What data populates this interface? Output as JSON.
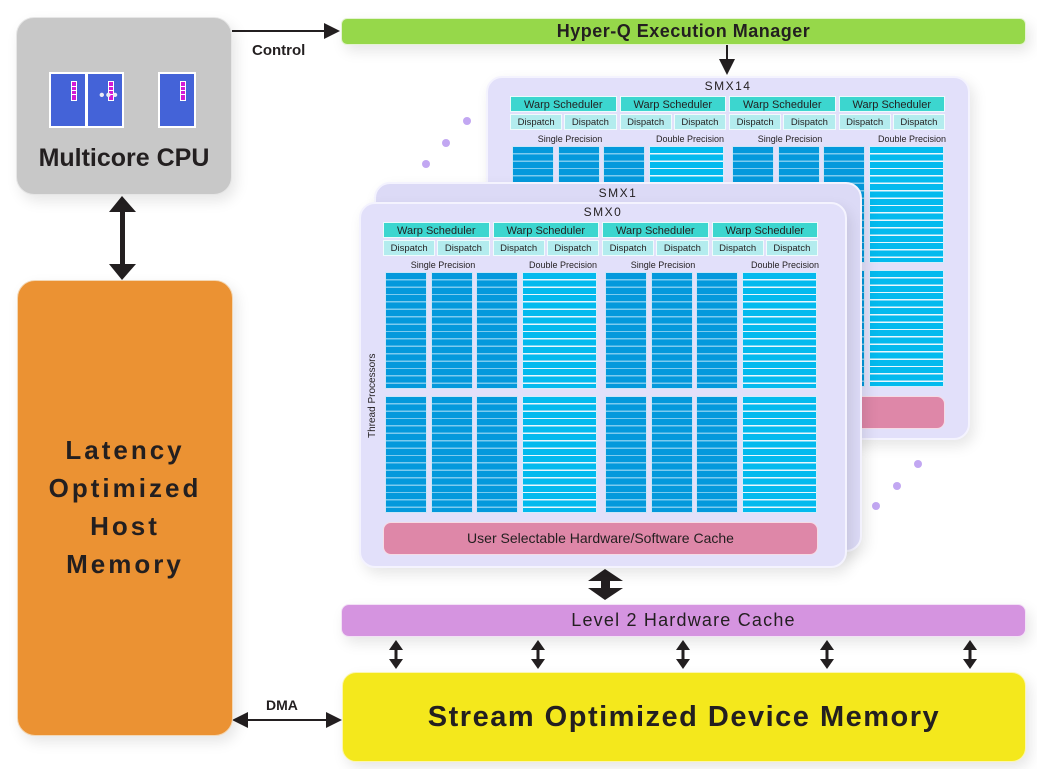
{
  "cpu": {
    "label": "Multicore CPU",
    "cores_shown": 3,
    "ellipsis": "•••"
  },
  "host_memory": {
    "lines": [
      "Latency",
      "Optimized",
      "Host",
      "Memory"
    ]
  },
  "hyperq": {
    "label": "Hyper-Q Execution Manager"
  },
  "connections": {
    "control_label": "Control",
    "dma_label": "DMA"
  },
  "smx_units": [
    {
      "id": "smx14",
      "title": "SMX14"
    },
    {
      "id": "smx1",
      "title": "SMX1"
    },
    {
      "id": "smx0",
      "title": "SMX0"
    }
  ],
  "smx_block": {
    "warp_scheduler": "Warp Scheduler",
    "dispatch": "Dispatch",
    "single_precision": "Single Precision",
    "double_precision": "Double Precision",
    "thread_processors": "Thread Processors",
    "cache": "User Selectable Hardware/Software Cache"
  },
  "l2_cache": {
    "label": "Level 2 Hardware Cache"
  },
  "device_memory": {
    "label": "Stream Optimized Device Memory"
  },
  "colors": {
    "cpu": "#c8c8c8",
    "core": "#4463d8",
    "host": "#eb9233",
    "hyperq": "#96d84a",
    "smx": "#e2e0fa",
    "warp": "#3cd6cf",
    "dispatch": "#b3ecee",
    "sp_core": "#0499dc",
    "dp_core": "#03baee",
    "smem": "#de87a8",
    "l2": "#d594e0",
    "device": "#f4e81c"
  }
}
